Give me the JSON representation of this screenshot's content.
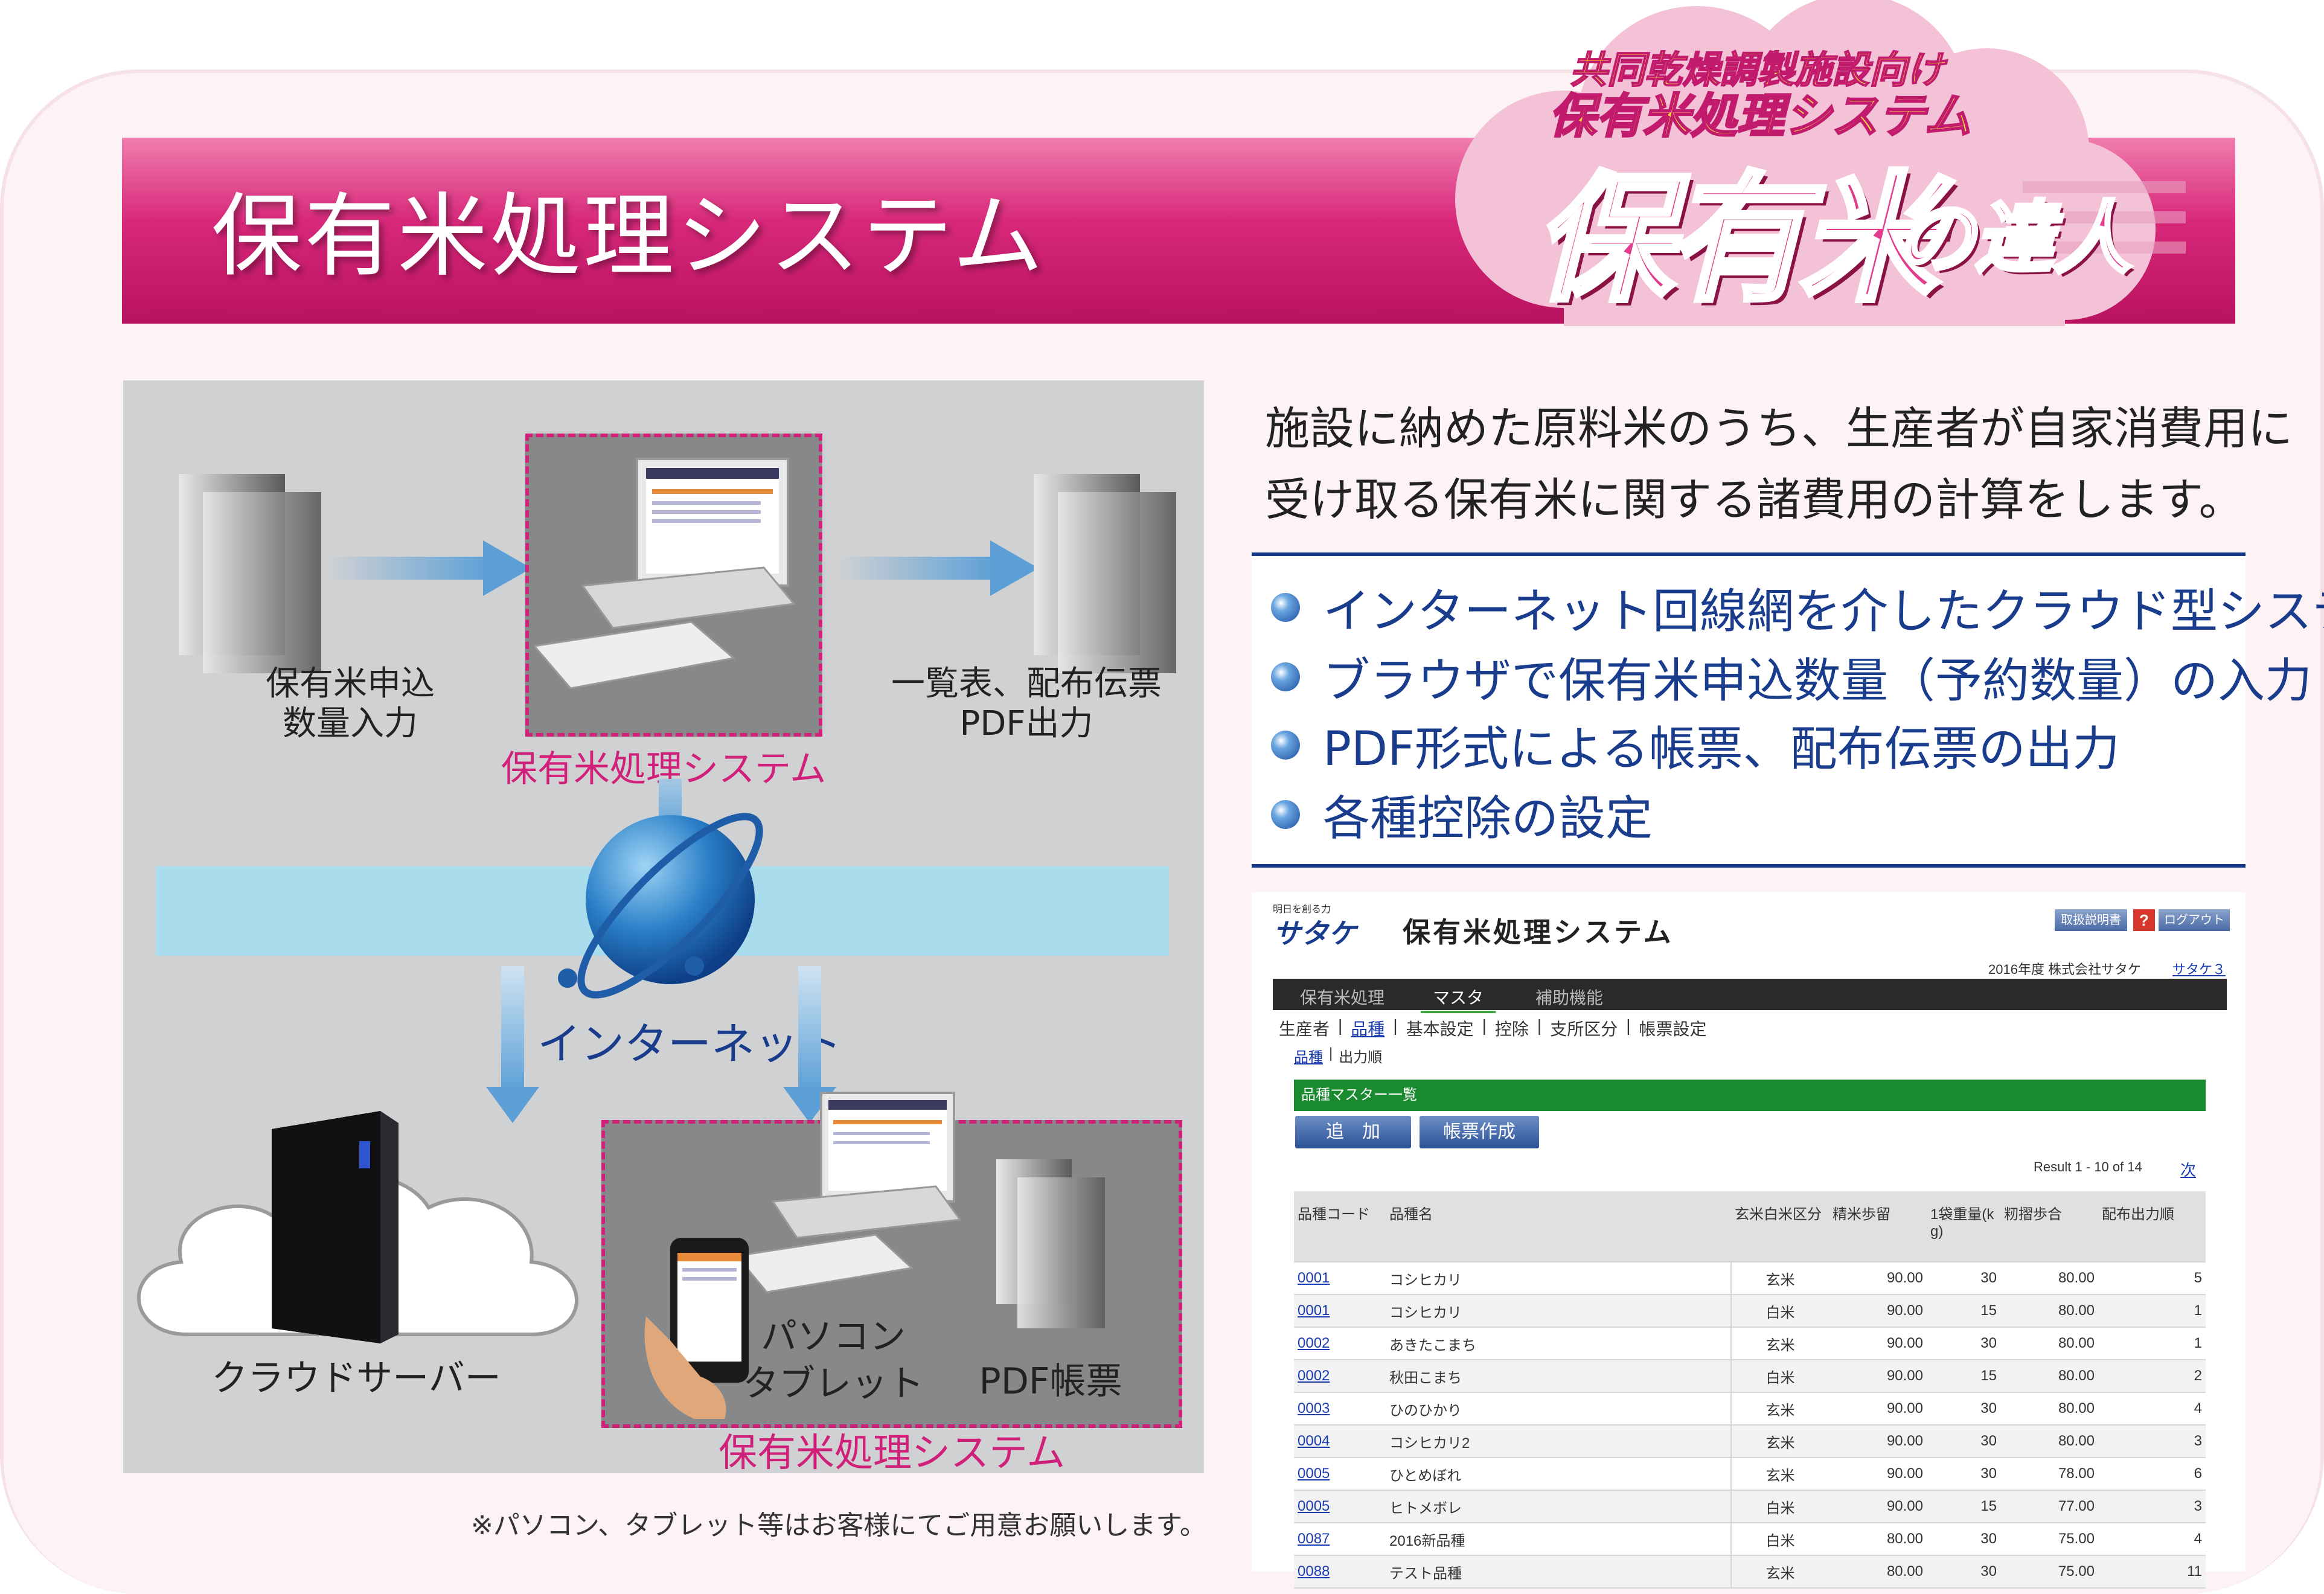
{
  "header": {
    "title": "保有米処理システム"
  },
  "logo": {
    "line1": "共同乾燥調製施設向け",
    "line2": "保有米処理システム",
    "main": "保有米",
    "main2": "の達人"
  },
  "diagram": {
    "input_label": [
      "保有米申込",
      "数量入力"
    ],
    "system_label_top": "保有米処理システム",
    "output_label": [
      "一覧表、配布伝票",
      "PDF出力"
    ],
    "internet_label": "インターネット",
    "cloud_label": "クラウドサーバー",
    "device_label": [
      "パソコン",
      "タブレット"
    ],
    "pdf_label": "PDF帳票",
    "system_label_bottom": "保有米処理システム",
    "note": "※パソコン、タブレット等はお客様にてご用意お願いします。"
  },
  "description": [
    "施設に納めた原料米のうち、生産者が自家消費用に",
    "受け取る保有米に関する諸費用の計算をします。"
  ],
  "features": [
    "インターネット回線網を介したクラウド型システム",
    "ブラウザで保有米申込数量（予約数量）の入力",
    "PDF形式による帳票、配布伝票の出力",
    "各種控除の設定"
  ],
  "screenshot": {
    "brand_tagline": "明日を創る力",
    "brand": "サタケ",
    "app_title": "保有米処理システム",
    "manual_button": "取扱説明書",
    "help_button": "?",
    "logout_button": "ログアウト",
    "year_company": "2016年度 株式会社サタケ",
    "user_link": "サタケ３",
    "main_tabs": [
      "保有米処理",
      "マスタ",
      "補助機能"
    ],
    "sub_menu": [
      "生産者",
      "品種",
      "基本設定",
      "控除",
      "支所区分",
      "帳票設定"
    ],
    "sub_sub_menu": [
      "品種",
      "出力順"
    ],
    "section_title": "品種マスター一覧",
    "add_button": "追　加",
    "report_button": "帳票作成",
    "result_text": "Result 1 - 10 of 14",
    "next_link": "次",
    "columns": [
      "品種コード",
      "品種名",
      "玄米白米区分",
      "精米歩留",
      "1袋重量(kg)",
      "籾摺歩合",
      "配布出力順"
    ],
    "rows": [
      [
        "0001",
        "コシヒカリ",
        "玄米",
        "90.00",
        "30",
        "80.00",
        "5"
      ],
      [
        "0001",
        "コシヒカリ",
        "白米",
        "90.00",
        "15",
        "80.00",
        "1"
      ],
      [
        "0002",
        "あきたこまち",
        "玄米",
        "90.00",
        "30",
        "80.00",
        "1"
      ],
      [
        "0002",
        "秋田こまち",
        "白米",
        "90.00",
        "15",
        "80.00",
        "2"
      ],
      [
        "0003",
        "ひのひかり",
        "玄米",
        "90.00",
        "30",
        "80.00",
        "4"
      ],
      [
        "0004",
        "コシヒカリ2",
        "玄米",
        "90.00",
        "30",
        "80.00",
        "3"
      ],
      [
        "0005",
        "ひとめぼれ",
        "玄米",
        "90.00",
        "30",
        "78.00",
        "6"
      ],
      [
        "0005",
        "ヒトメボレ",
        "白米",
        "90.00",
        "15",
        "77.00",
        "3"
      ],
      [
        "0087",
        "2016新品種",
        "白米",
        "80.00",
        "30",
        "75.00",
        "4"
      ],
      [
        "0088",
        "テスト品種",
        "玄米",
        "80.00",
        "30",
        "75.00",
        "11"
      ]
    ]
  }
}
